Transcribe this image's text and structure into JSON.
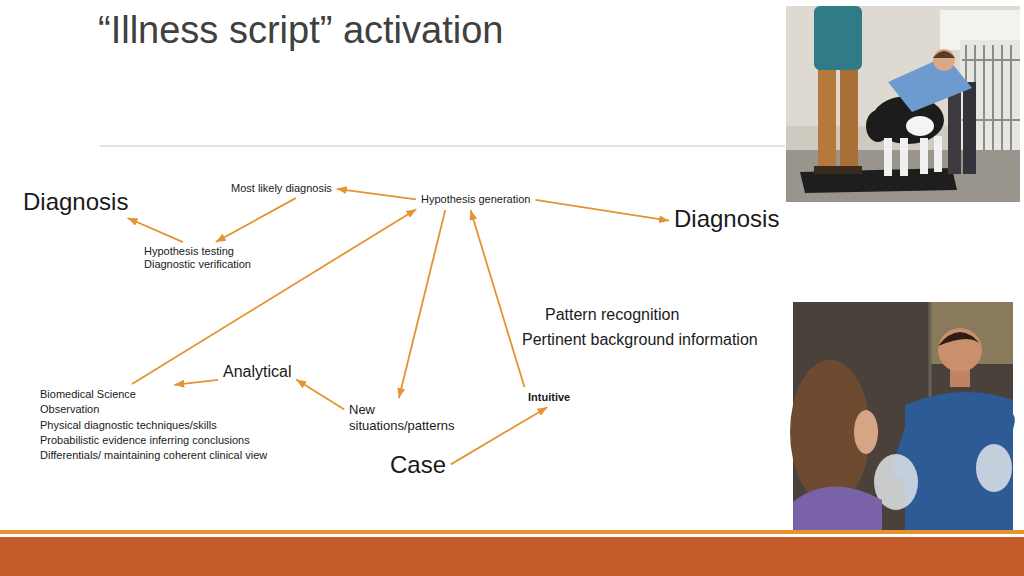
{
  "diagram": {
    "title": "“Illness script” activation",
    "nodes": [
      {
        "text": [
          "Diagnosis"
        ]
      },
      {
        "text": [
          "Most likely diagnosis"
        ]
      },
      {
        "text": [
          "Hypothesis generation"
        ]
      },
      {
        "text": [
          "Diagnosis"
        ]
      },
      {
        "text": [
          "Hypothesis testing Diagnostic verification"
        ]
      },
      {
        "text": [
          "Biomedical Science",
          "Observation",
          "Physical diagnostic techniques/skills",
          "Probabilistic evidence inferring conclusions",
          "Differentials/ maintaining coherent clinical view"
        ]
      },
      {
        "text": [
          "Analytical"
        ]
      },
      {
        "text": [
          "New situations/patterns"
        ]
      },
      {
        "text": [
          "Intuitive"
        ]
      },
      {
        "text": [
          "Case"
        ]
      }
    ],
    "edges": [
      {
        "from": 2,
        "to": 1,
        "arrow": "to"
      },
      {
        "from": 1,
        "to": 4,
        "arrow": "to"
      },
      {
        "from": 4,
        "to": 0,
        "arrow": "to"
      },
      {
        "from": 2,
        "to": 3,
        "arrow": "to"
      },
      {
        "from": 2,
        "to": 7,
        "arrow": "to"
      },
      {
        "from": 7,
        "to": 6,
        "arrow": "to"
      },
      {
        "from": 6,
        "to": 5,
        "arrow": "to"
      },
      {
        "from": 5,
        "to": 2,
        "arrow": "to"
      },
      {
        "from": 9,
        "to": 8,
        "arrow": "to"
      },
      {
        "from": 8,
        "to": 2,
        "arrow": "to"
      }
    ],
    "labels": [
      "Pattern recognition",
      "Pertinent background information"
    ]
  }
}
